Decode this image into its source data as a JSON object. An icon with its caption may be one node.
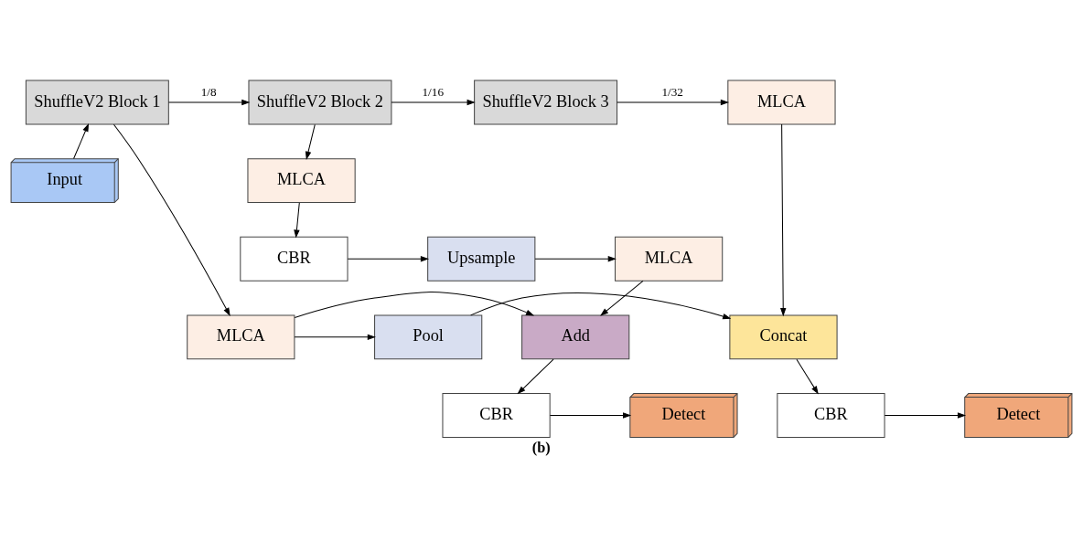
{
  "diagram": {
    "caption": "(b)",
    "nodes": [
      {
        "text": [
          "CBR"
        ]
      },
      {
        "text": [
          "Detect"
        ]
      },
      {
        "text": [
          "Detect"
        ]
      },
      {
        "text": [
          "CBR"
        ]
      },
      {
        "text": [
          "Add"
        ]
      },
      {
        "text": [
          "MLCA"
        ]
      },
      {
        "text": [
          "Pool"
        ]
      },
      {
        "text": [
          "Concat"
        ]
      },
      {
        "text": [
          "ShuffleV2 Block 1"
        ]
      },
      {
        "text": [
          "ShuffleV2 Block 2"
        ]
      },
      {
        "text": [
          "ShuffleV2 Block 3"
        ]
      },
      {
        "text": [
          "MLCA"
        ]
      },
      {
        "text": [
          "Input"
        ]
      },
      {
        "text": [
          "MLCA"
        ]
      },
      {
        "text": [
          "MLCA"
        ]
      },
      {
        "text": [
          "Upsample"
        ]
      },
      {
        "text": [
          "CBR"
        ]
      }
    ],
    "edges": [
      {
        "from": 0,
        "to": 1,
        "arrow": "to"
      },
      {
        "from": 3,
        "to": 2,
        "arrow": "to"
      },
      {
        "from": 4,
        "to": 0,
        "arrow": "to"
      },
      {
        "from": 5,
        "to": 4,
        "arrow": "to"
      },
      {
        "from": 5,
        "to": 6,
        "arrow": "to"
      },
      {
        "from": 6,
        "to": 7,
        "arrow": "to"
      },
      {
        "from": 7,
        "to": 3,
        "arrow": "to"
      },
      {
        "from": 8,
        "to": 5,
        "arrow": "to"
      },
      {
        "from": 8,
        "to": 9,
        "arrow": "to",
        "label": "1/8"
      },
      {
        "from": 9,
        "to": 10,
        "arrow": "to",
        "label": "1/16"
      },
      {
        "from": 10,
        "to": 11,
        "arrow": "to",
        "label": "1/32"
      },
      {
        "from": 11,
        "to": 7,
        "arrow": "to"
      },
      {
        "from": 12,
        "to": 8,
        "arrow": "to"
      },
      {
        "from": 9,
        "to": 13,
        "arrow": "to"
      },
      {
        "from": 13,
        "to": 16,
        "arrow": "to"
      },
      {
        "from": 16,
        "to": 15,
        "arrow": "to"
      },
      {
        "from": 15,
        "to": 14,
        "arrow": "to"
      },
      {
        "from": 14,
        "to": 4,
        "arrow": "to"
      }
    ]
  }
}
